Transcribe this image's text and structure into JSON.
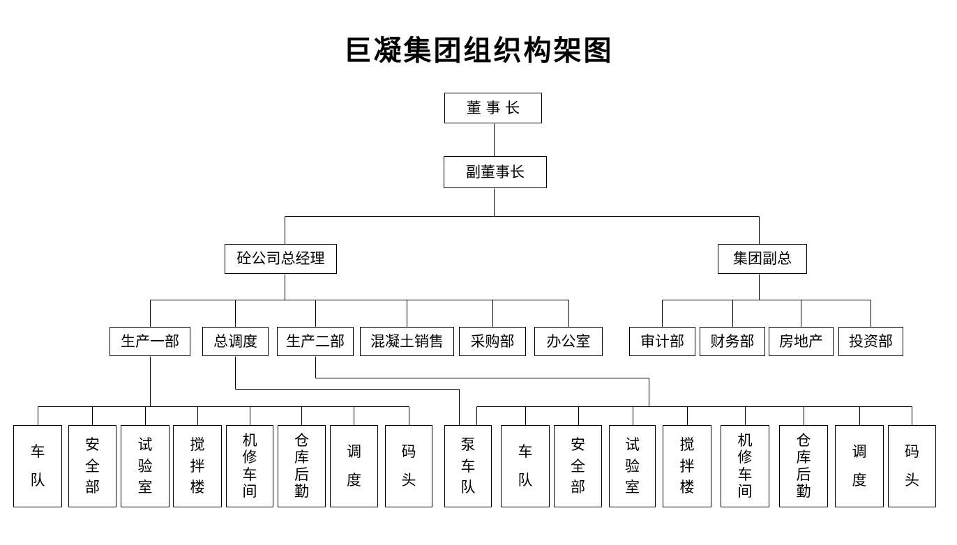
{
  "title": "巨凝集团组织构架图",
  "colors": {
    "background": "#ffffff",
    "line": "#000000",
    "box_border": "#000000",
    "text": "#000000"
  },
  "nodes": [
    {
      "id": "chairman",
      "label": "董 事 长"
    },
    {
      "id": "vice-chairman",
      "label": "副董事长"
    },
    {
      "id": "concrete-company-gm",
      "label": "砼公司总经理"
    },
    {
      "id": "group-deputy-gm",
      "label": "集团副总"
    },
    {
      "id": "production-dept-1",
      "label": "生产一部"
    },
    {
      "id": "chief-dispatch",
      "label": "总调度"
    },
    {
      "id": "production-dept-2",
      "label": "生产二部"
    },
    {
      "id": "concrete-sales",
      "label": "混凝土销售"
    },
    {
      "id": "purchasing-dept",
      "label": "采购部"
    },
    {
      "id": "office",
      "label": "办公室"
    },
    {
      "id": "audit-dept",
      "label": "审计部"
    },
    {
      "id": "finance-dept",
      "label": "财务部"
    },
    {
      "id": "real-estate",
      "label": "房地产"
    },
    {
      "id": "investment-dept",
      "label": "投资部"
    },
    {
      "id": "fleet-1",
      "label": "车队"
    },
    {
      "id": "safety-dept-1",
      "label": "安全部"
    },
    {
      "id": "test-lab-1",
      "label": "试验室"
    },
    {
      "id": "mixing-tower-1",
      "label": "搅拌楼"
    },
    {
      "id": "machine-repair-shop-1",
      "label": "机修车间"
    },
    {
      "id": "warehouse-logistics-1",
      "label": "仓库后勤"
    },
    {
      "id": "dispatch-1",
      "label": "调度"
    },
    {
      "id": "dock-1",
      "label": "码头"
    },
    {
      "id": "pump-truck-fleet",
      "label": "泵车队"
    },
    {
      "id": "fleet-2",
      "label": "车队"
    },
    {
      "id": "safety-dept-2",
      "label": "安全部"
    },
    {
      "id": "test-lab-2",
      "label": "试验室"
    },
    {
      "id": "mixing-tower-2",
      "label": "搅拌楼"
    },
    {
      "id": "machine-repair-shop-2",
      "label": "机修车间"
    },
    {
      "id": "warehouse-logistics-2",
      "label": "仓库后勤"
    },
    {
      "id": "dispatch-2",
      "label": "调度"
    },
    {
      "id": "dock-2",
      "label": "码头"
    }
  ],
  "edges": [
    {
      "from": "chairman",
      "to": "vice-chairman"
    },
    {
      "from": "vice-chairman",
      "to": "concrete-company-gm"
    },
    {
      "from": "vice-chairman",
      "to": "group-deputy-gm"
    },
    {
      "from": "concrete-company-gm",
      "to": "production-dept-1"
    },
    {
      "from": "concrete-company-gm",
      "to": "chief-dispatch"
    },
    {
      "from": "concrete-company-gm",
      "to": "production-dept-2"
    },
    {
      "from": "concrete-company-gm",
      "to": "concrete-sales"
    },
    {
      "from": "concrete-company-gm",
      "to": "purchasing-dept"
    },
    {
      "from": "concrete-company-gm",
      "to": "office"
    },
    {
      "from": "group-deputy-gm",
      "to": "audit-dept"
    },
    {
      "from": "group-deputy-gm",
      "to": "finance-dept"
    },
    {
      "from": "group-deputy-gm",
      "to": "real-estate"
    },
    {
      "from": "group-deputy-gm",
      "to": "investment-dept"
    },
    {
      "from": "production-dept-1",
      "to": "fleet-1"
    },
    {
      "from": "production-dept-1",
      "to": "safety-dept-1"
    },
    {
      "from": "production-dept-1",
      "to": "test-lab-1"
    },
    {
      "from": "production-dept-1",
      "to": "mixing-tower-1"
    },
    {
      "from": "production-dept-1",
      "to": "machine-repair-shop-1"
    },
    {
      "from": "production-dept-1",
      "to": "warehouse-logistics-1"
    },
    {
      "from": "production-dept-1",
      "to": "dispatch-1"
    },
    {
      "from": "production-dept-1",
      "to": "dock-1"
    },
    {
      "from": "chief-dispatch",
      "to": "pump-truck-fleet"
    },
    {
      "from": "production-dept-2",
      "to": "pump-truck-fleet"
    },
    {
      "from": "production-dept-2",
      "to": "fleet-2"
    },
    {
      "from": "production-dept-2",
      "to": "safety-dept-2"
    },
    {
      "from": "production-dept-2",
      "to": "test-lab-2"
    },
    {
      "from": "production-dept-2",
      "to": "mixing-tower-2"
    },
    {
      "from": "production-dept-2",
      "to": "machine-repair-shop-2"
    },
    {
      "from": "production-dept-2",
      "to": "warehouse-logistics-2"
    },
    {
      "from": "production-dept-2",
      "to": "dispatch-2"
    },
    {
      "from": "production-dept-2",
      "to": "dock-2"
    }
  ]
}
